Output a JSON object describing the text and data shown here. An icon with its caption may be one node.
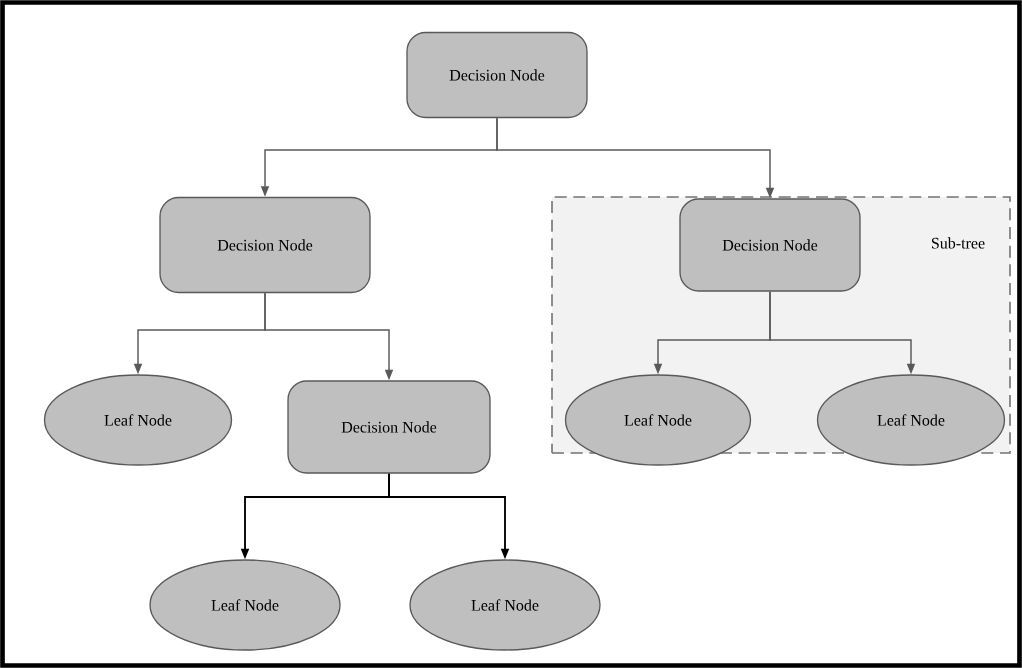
{
  "diagram": {
    "nodes": [
      {
        "text": [
          "Decision Node"
        ]
      },
      {
        "text": [
          "Decision Node"
        ]
      },
      {
        "text": [
          "Sub-tree"
        ]
      },
      {
        "text": [
          "Decision Node"
        ],
        "in": 2
      },
      {
        "text": [
          "Leaf Node"
        ]
      },
      {
        "text": [
          "Decision Node"
        ]
      },
      {
        "text": [
          "Leaf Node"
        ],
        "in": 2
      },
      {
        "text": [
          "Leaf Node"
        ],
        "in": 2
      },
      {
        "text": [
          "Leaf Node"
        ]
      },
      {
        "text": [
          "Leaf Node"
        ]
      }
    ],
    "edges": [
      {
        "from": 0,
        "to": 1,
        "arrow": "to"
      },
      {
        "from": 0,
        "to": 3,
        "arrow": "to"
      },
      {
        "from": 1,
        "to": 4,
        "arrow": "to"
      },
      {
        "from": 1,
        "to": 5,
        "arrow": "to"
      },
      {
        "from": 3,
        "to": 6,
        "arrow": "to"
      },
      {
        "from": 3,
        "to": 7,
        "arrow": "to"
      },
      {
        "from": 5,
        "to": 8,
        "arrow": "to",
        "color": "#000000"
      },
      {
        "from": 5,
        "to": 9,
        "arrow": "to",
        "color": "#000000"
      }
    ]
  }
}
